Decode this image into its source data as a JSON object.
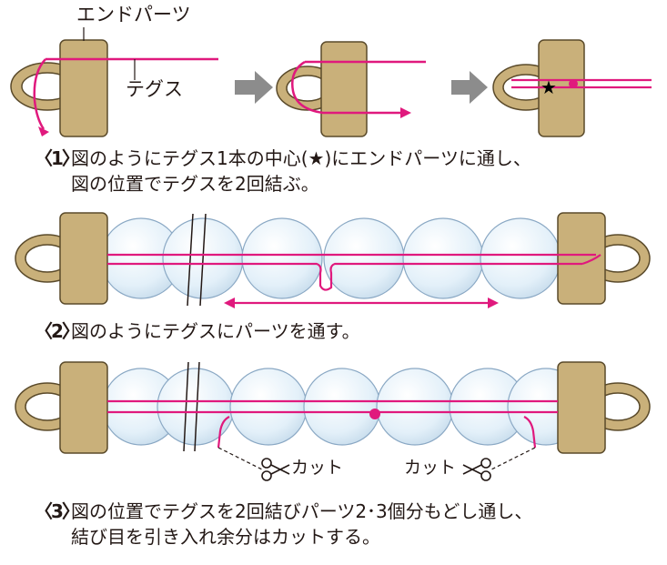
{
  "labels": {
    "end_parts": "エンドパーツ",
    "tegusu": "テグス",
    "cut_left": "カット",
    "cut_right": "カット",
    "star": "★"
  },
  "steps": [
    {
      "num": "〈1〉",
      "line1": "図のようにテグス1本の中心(★)にエンドパーツに通し、",
      "line2": "図の位置でテグスを2回結ぶ。"
    },
    {
      "num": "〈2〉",
      "line1": "図のようにテグスにパーツを通す。",
      "line2": ""
    },
    {
      "num": "〈3〉",
      "line1": "図の位置でテグスを2回結びパーツ2･3個分もどし通し、",
      "line2": "結び目を引き入れ余分はカットする。"
    }
  ],
  "colors": {
    "thread": "#e0197d",
    "end_part": "#c9b07a",
    "end_part_stroke": "#5a4a2a",
    "bead": "#dfeef8",
    "bead_stroke": "#8aa8c4",
    "arrow": "#8c8c8c"
  },
  "icons": [
    "scissors-icon",
    "arrow-right-icon",
    "star-icon"
  ]
}
